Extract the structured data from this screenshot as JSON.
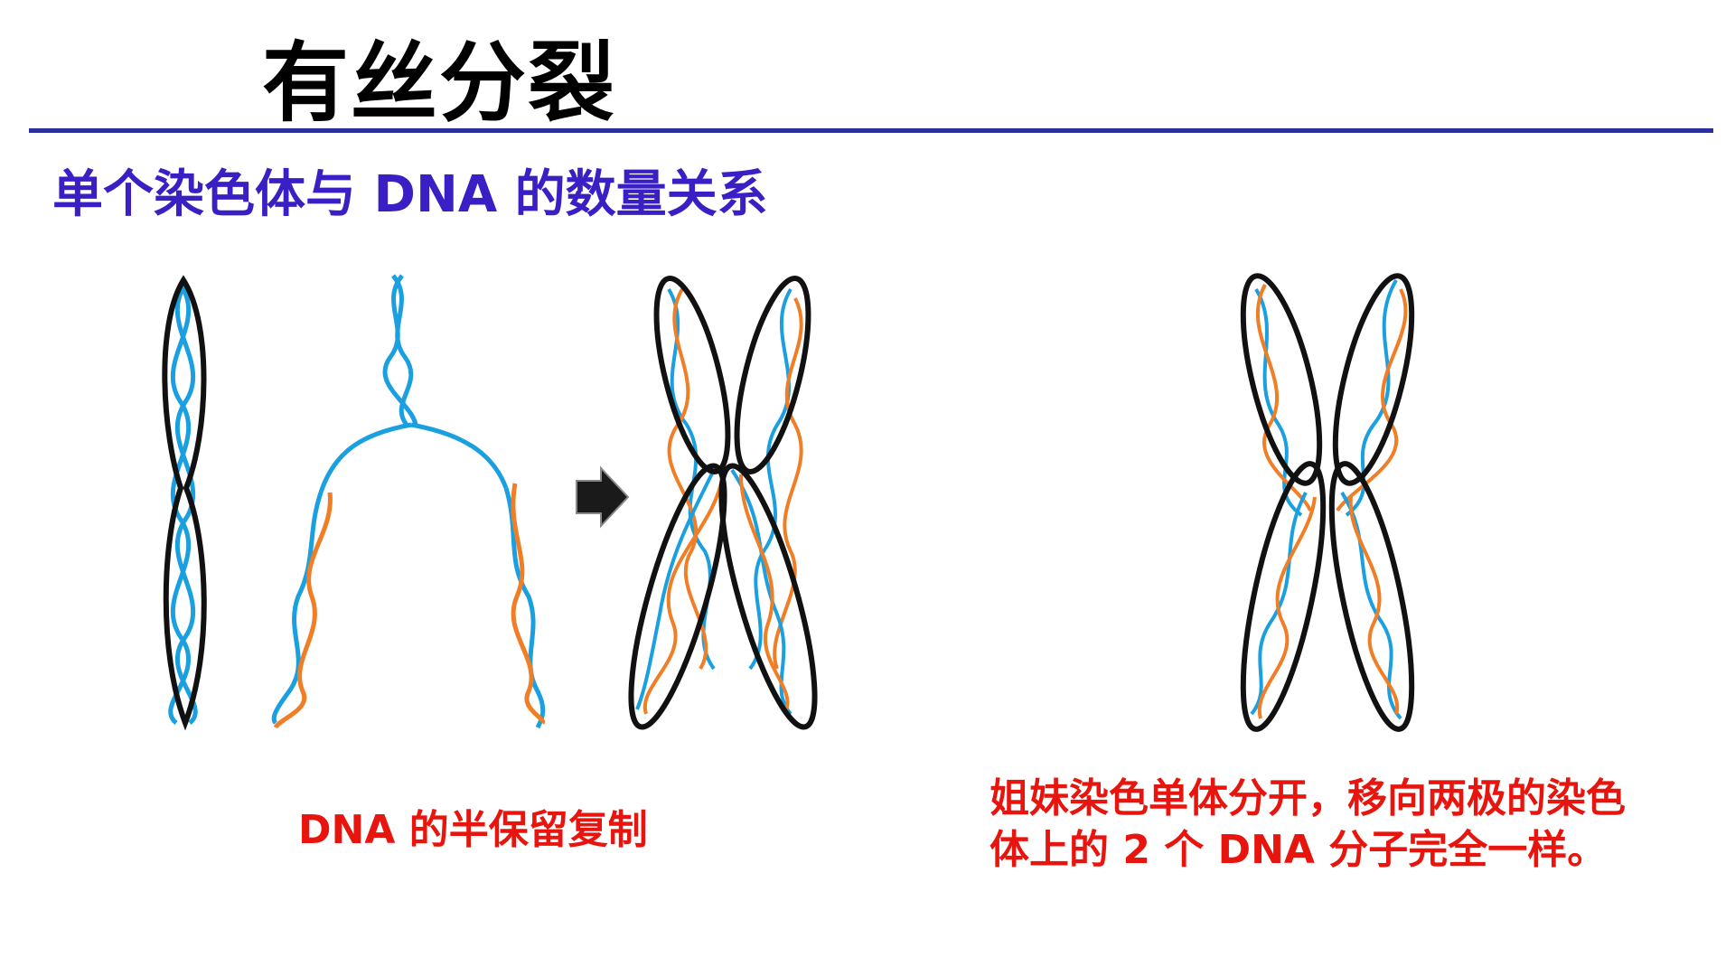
{
  "slide": {
    "title": "有丝分裂",
    "subtitle": "单个染色体与 DNA 的数量关系",
    "caption_left": "DNA 的半保留复制",
    "caption_right": "姐妹染色单体分开，移向两极的染色体上的 2 个 DNA 分子完全一样。"
  },
  "colors": {
    "title": "#000000",
    "rule": "#2b2f9e",
    "subtitle": "#3a1fc4",
    "caption": "#e8150e",
    "strand_blue": "#1aa0e0",
    "strand_orange": "#f07e26",
    "outline": "#111111"
  },
  "icons": {
    "arrow": "right-arrow-icon"
  }
}
